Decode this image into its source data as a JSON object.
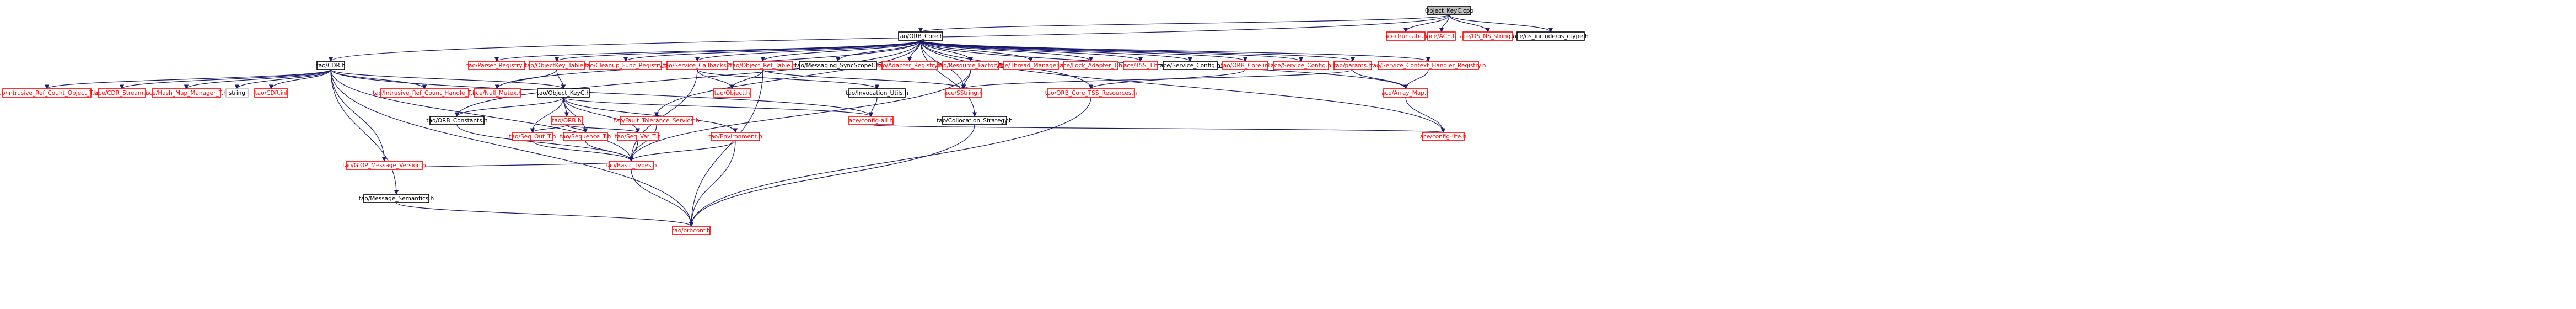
{
  "graph": {
    "colors": {
      "root_fill": "#bfbfbf",
      "node_fill": "#ffffff",
      "node_stroke_doc": "#000000",
      "node_stroke_ext": "#ff0000",
      "edge": "#191970",
      "text_doc": "#000000",
      "text_ext": "#ff0000"
    },
    "nodes": [
      {
        "id": "n0",
        "label": "Object_KeyC.cpp",
        "kind": "root"
      },
      {
        "id": "n1",
        "label": "tao/ORB_Core.h",
        "kind": "doc"
      },
      {
        "id": "n2",
        "label": "ace/Truncate.h",
        "kind": "ext"
      },
      {
        "id": "n3",
        "label": "ace/ACE.h",
        "kind": "ext"
      },
      {
        "id": "n4",
        "label": "ace/OS_NS_string.h",
        "kind": "ext"
      },
      {
        "id": "n5",
        "label": "ace/os_include/os_ctype.h",
        "kind": "doc"
      },
      {
        "id": "n6",
        "label": "tao/CDR.h",
        "kind": "doc"
      },
      {
        "id": "n7",
        "label": "tao/Parser_Registry.h",
        "kind": "ext"
      },
      {
        "id": "n8",
        "label": "tao/ObjectKey_Table.h",
        "kind": "ext"
      },
      {
        "id": "n9",
        "label": "tao/Cleanup_Func_Registry.h",
        "kind": "ext"
      },
      {
        "id": "n10",
        "label": "tao/Service_Callbacks.h",
        "kind": "ext"
      },
      {
        "id": "n11",
        "label": "tao/Object_Ref_Table.h",
        "kind": "ext"
      },
      {
        "id": "n12",
        "label": "tao/Messaging_SyncScopeC.h",
        "kind": "doc"
      },
      {
        "id": "n13",
        "label": "tao/Adapter_Registry.h",
        "kind": "ext"
      },
      {
        "id": "n14",
        "label": "tao/Resource_Factory.h",
        "kind": "ext"
      },
      {
        "id": "n15",
        "label": "ace/Thread_Manager.h",
        "kind": "ext"
      },
      {
        "id": "n16",
        "label": "ace/Lock_Adapter_T.h",
        "kind": "ext"
      },
      {
        "id": "n17",
        "label": "ace/TSS_T.h",
        "kind": "ext"
      },
      {
        "id": "n18",
        "label": "ace/Service_Config.h",
        "kind": "doc"
      },
      {
        "id": "n19",
        "label": "tao/ORB_Core.inl",
        "kind": "ext"
      },
      {
        "id": "n20",
        "label": "ace/Service_Config.h",
        "kind": "ext"
      },
      {
        "id": "n21",
        "label": "tao/params.h",
        "kind": "ext"
      },
      {
        "id": "n22",
        "label": "tao/Service_Context_Handler_Registry.h",
        "kind": "ext"
      },
      {
        "id": "n23",
        "label": "tao/Intrusive_Ref_Count_Object_T.h",
        "kind": "ext"
      },
      {
        "id": "n24",
        "label": "ace/CDR_Stream.h",
        "kind": "ext"
      },
      {
        "id": "n25",
        "label": "ace/Hash_Map_Manager_T.h",
        "kind": "ext"
      },
      {
        "id": "n26",
        "label": "string",
        "kind": "plain"
      },
      {
        "id": "n27",
        "label": "tao/CDR.inl",
        "kind": "ext"
      },
      {
        "id": "n28",
        "label": "tao/Intrusive_Ref_Count_Handle_T.h",
        "kind": "ext"
      },
      {
        "id": "n29",
        "label": "ace/Null_Mutex.h",
        "kind": "ext"
      },
      {
        "id": "n30",
        "label": "tao/Object_KeyC.h",
        "kind": "doc"
      },
      {
        "id": "n31",
        "label": "tao/Object.h",
        "kind": "ext"
      },
      {
        "id": "n32",
        "label": "tao/Invocation_Utils.h",
        "kind": "doc"
      },
      {
        "id": "n33",
        "label": "ace/SString.h",
        "kind": "ext"
      },
      {
        "id": "n34",
        "label": "tao/ORB_Core_TSS_Resources.h",
        "kind": "ext"
      },
      {
        "id": "n35",
        "label": "ace/Array_Map.h",
        "kind": "ext"
      },
      {
        "id": "n36",
        "label": "tao/ORB_Constants.h",
        "kind": "doc"
      },
      {
        "id": "n37",
        "label": "ace/config-all.h",
        "kind": "ext"
      },
      {
        "id": "n38",
        "label": "tao/ORB.h",
        "kind": "ext"
      },
      {
        "id": "n39",
        "label": "tao/Fault_Tolerance_Service.h",
        "kind": "ext"
      },
      {
        "id": "n40",
        "label": "tao/Seq_Out_T.h",
        "kind": "ext"
      },
      {
        "id": "n41",
        "label": "tao/Sequence_T.h",
        "kind": "ext"
      },
      {
        "id": "n42",
        "label": "tao/Seq_Var_T.h",
        "kind": "ext"
      },
      {
        "id": "n43",
        "label": "tao/Environment.h",
        "kind": "ext"
      },
      {
        "id": "n44",
        "label": "tao/Collocation_Strategy.h",
        "kind": "doc"
      },
      {
        "id": "n45",
        "label": "ace/config-lite.h",
        "kind": "ext"
      },
      {
        "id": "n46",
        "label": "tao/GIOP_Message_Version.h",
        "kind": "ext"
      },
      {
        "id": "n47",
        "label": "tao/Basic_Types.h",
        "kind": "ext"
      },
      {
        "id": "n48",
        "label": "tao/Message_Semantics.h",
        "kind": "doc"
      },
      {
        "id": "n49",
        "label": "tao/orbconf.h",
        "kind": "ext"
      }
    ],
    "edges": [
      [
        "n0",
        "n1"
      ],
      [
        "n0",
        "n2"
      ],
      [
        "n0",
        "n3"
      ],
      [
        "n0",
        "n4"
      ],
      [
        "n0",
        "n5"
      ],
      [
        "n0",
        "n6"
      ],
      [
        "n1",
        "n7"
      ],
      [
        "n1",
        "n8"
      ],
      [
        "n1",
        "n9"
      ],
      [
        "n1",
        "n10"
      ],
      [
        "n1",
        "n11"
      ],
      [
        "n1",
        "n12"
      ],
      [
        "n1",
        "n13"
      ],
      [
        "n1",
        "n14"
      ],
      [
        "n1",
        "n15"
      ],
      [
        "n1",
        "n16"
      ],
      [
        "n1",
        "n17"
      ],
      [
        "n1",
        "n18"
      ],
      [
        "n1",
        "n19"
      ],
      [
        "n1",
        "n20"
      ],
      [
        "n1",
        "n21"
      ],
      [
        "n1",
        "n22"
      ],
      [
        "n1",
        "n34"
      ],
      [
        "n1",
        "n35"
      ],
      [
        "n1",
        "n36"
      ],
      [
        "n1",
        "n39"
      ],
      [
        "n1",
        "n44"
      ],
      [
        "n1",
        "n45"
      ],
      [
        "n1",
        "n29"
      ],
      [
        "n1",
        "n33"
      ],
      [
        "n6",
        "n23"
      ],
      [
        "n6",
        "n24"
      ],
      [
        "n6",
        "n25"
      ],
      [
        "n6",
        "n26"
      ],
      [
        "n6",
        "n27"
      ],
      [
        "n6",
        "n28"
      ],
      [
        "n6",
        "n30"
      ],
      [
        "n6",
        "n37"
      ],
      [
        "n6",
        "n46"
      ],
      [
        "n6",
        "n47"
      ],
      [
        "n6",
        "n48"
      ],
      [
        "n6",
        "n49"
      ],
      [
        "n8",
        "n29"
      ],
      [
        "n8",
        "n30"
      ],
      [
        "n10",
        "n31"
      ],
      [
        "n10",
        "n32"
      ],
      [
        "n10",
        "n47"
      ],
      [
        "n11",
        "n31"
      ],
      [
        "n11",
        "n33"
      ],
      [
        "n11",
        "n49"
      ],
      [
        "n14",
        "n47"
      ],
      [
        "n14",
        "n33"
      ],
      [
        "n19",
        "n34"
      ],
      [
        "n21",
        "n35"
      ],
      [
        "n21",
        "n33"
      ],
      [
        "n22",
        "n35"
      ],
      [
        "n30",
        "n36"
      ],
      [
        "n30",
        "n37"
      ],
      [
        "n30",
        "n38"
      ],
      [
        "n30",
        "n40"
      ],
      [
        "n30",
        "n41"
      ],
      [
        "n30",
        "n42"
      ],
      [
        "n30",
        "n43"
      ],
      [
        "n32",
        "n37"
      ],
      [
        "n34",
        "n49"
      ],
      [
        "n35",
        "n45"
      ],
      [
        "n36",
        "n47"
      ],
      [
        "n37",
        "n45"
      ],
      [
        "n38",
        "n40"
      ],
      [
        "n38",
        "n41"
      ],
      [
        "n38",
        "n42"
      ],
      [
        "n39",
        "n47"
      ],
      [
        "n40",
        "n47"
      ],
      [
        "n41",
        "n47"
      ],
      [
        "n42",
        "n47"
      ],
      [
        "n43",
        "n47"
      ],
      [
        "n43",
        "n49"
      ],
      [
        "n44",
        "n49"
      ],
      [
        "n46",
        "n47"
      ],
      [
        "n47",
        "n49"
      ],
      [
        "n48",
        "n49"
      ]
    ]
  }
}
